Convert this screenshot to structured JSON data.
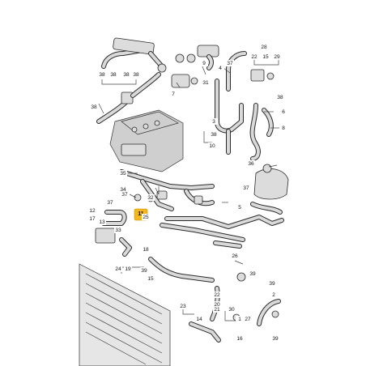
{
  "diagram": {
    "callouts": [
      {
        "id": "c-28",
        "label": "28"
      },
      {
        "id": "c-22",
        "label": "22"
      },
      {
        "id": "c-15a",
        "label": "15"
      },
      {
        "id": "c-29",
        "label": "29"
      },
      {
        "id": "c-9",
        "label": "9"
      },
      {
        "id": "c-31",
        "label": "31"
      },
      {
        "id": "c-38a",
        "label": "38"
      },
      {
        "id": "c-38b",
        "label": "38"
      },
      {
        "id": "c-38c",
        "label": "38"
      },
      {
        "id": "c-38d",
        "label": "38"
      },
      {
        "id": "c-38e",
        "label": "38"
      },
      {
        "id": "c-38f",
        "label": "38"
      },
      {
        "id": "c-38g",
        "label": "38"
      },
      {
        "id": "c-37a",
        "label": "37"
      },
      {
        "id": "c-7",
        "label": "7"
      },
      {
        "id": "c-3",
        "label": "3"
      },
      {
        "id": "c-4",
        "label": "4"
      },
      {
        "id": "c-8",
        "label": "8"
      },
      {
        "id": "c-6",
        "label": "6"
      },
      {
        "id": "c-10",
        "label": "10"
      },
      {
        "id": "c-36",
        "label": "36"
      },
      {
        "id": "c-35",
        "label": "35"
      },
      {
        "id": "c-34",
        "label": "34"
      },
      {
        "id": "c-37b",
        "label": "37"
      },
      {
        "id": "c-37c",
        "label": "37"
      },
      {
        "id": "c-37d",
        "label": "37"
      },
      {
        "id": "c-32",
        "label": "32"
      },
      {
        "id": "c-11",
        "label": "11"
      },
      {
        "id": "c-25",
        "label": "25"
      },
      {
        "id": "c-12",
        "label": "12"
      },
      {
        "id": "c-17",
        "label": "17"
      },
      {
        "id": "c-13",
        "label": "13"
      },
      {
        "id": "c-33",
        "label": "33"
      },
      {
        "id": "c-5",
        "label": "5"
      },
      {
        "id": "c-24",
        "label": "24"
      },
      {
        "id": "c-19",
        "label": "19"
      },
      {
        "id": "c-18",
        "label": "18"
      },
      {
        "id": "c-15b",
        "label": "15"
      },
      {
        "id": "c-26",
        "label": "26"
      },
      {
        "id": "c-39a",
        "label": "39"
      },
      {
        "id": "c-39b",
        "label": "39"
      },
      {
        "id": "c-39c",
        "label": "39"
      },
      {
        "id": "c-39d",
        "label": "39"
      },
      {
        "id": "c-2",
        "label": "2"
      },
      {
        "id": "c-1",
        "label": "1"
      },
      {
        "id": "c-22b",
        "label": "22"
      },
      {
        "id": "c-23",
        "label": "23"
      },
      {
        "id": "c-20",
        "label": "20"
      },
      {
        "id": "c-21",
        "label": "21"
      },
      {
        "id": "c-30",
        "label": "30"
      },
      {
        "id": "c-27",
        "label": "27"
      },
      {
        "id": "c-16",
        "label": "16"
      },
      {
        "id": "c-14",
        "label": "14"
      }
    ],
    "highlight": {
      "label": "11",
      "color": "#f5b81c"
    }
  }
}
